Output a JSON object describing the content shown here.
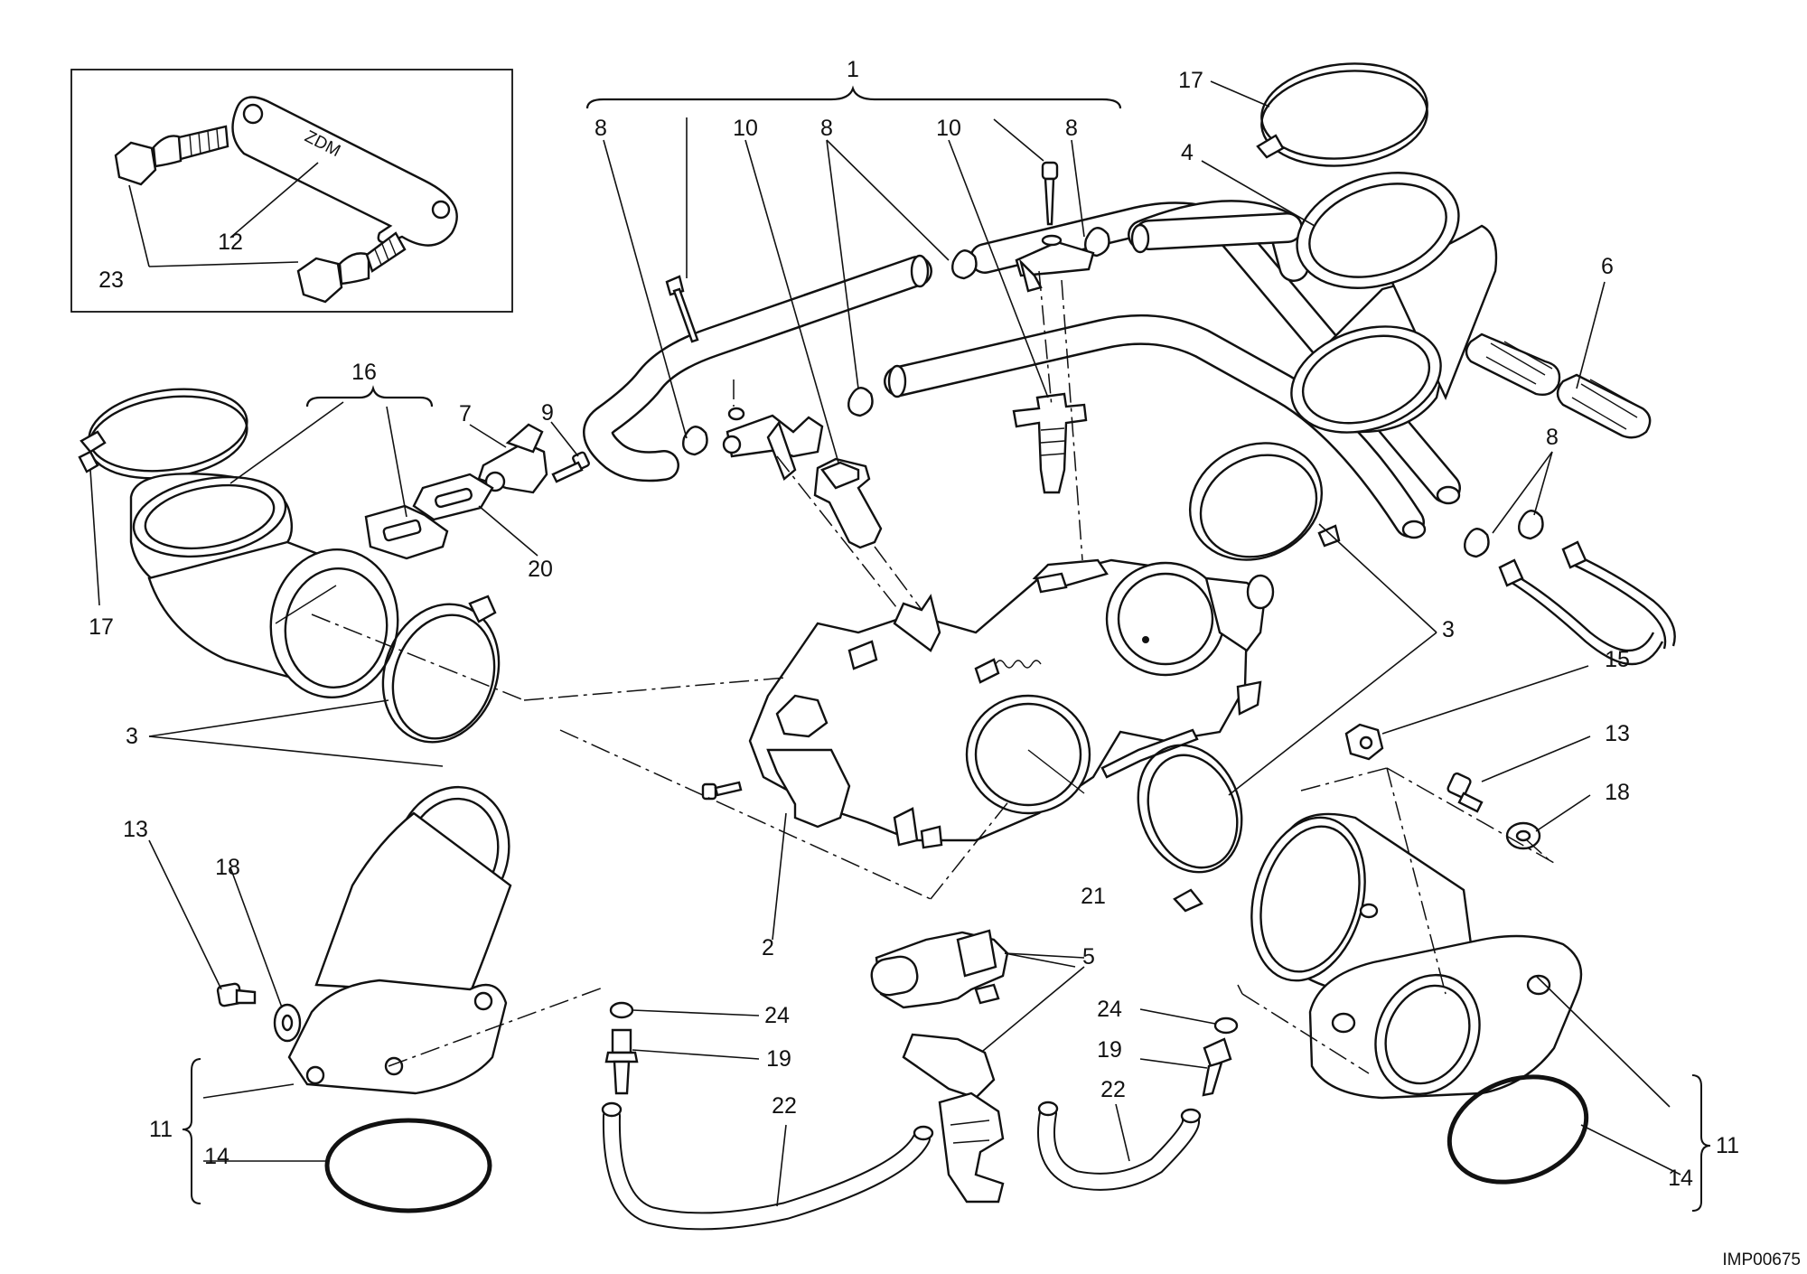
{
  "diagram": {
    "figure_code": "IMP00675",
    "inset_part_marking": "ZDM",
    "callouts": [
      {
        "id": "c1",
        "label": "1"
      },
      {
        "id": "c2",
        "label": "2"
      },
      {
        "id": "c3a",
        "label": "3"
      },
      {
        "id": "c3b",
        "label": "3"
      },
      {
        "id": "c4",
        "label": "4"
      },
      {
        "id": "c5",
        "label": "5"
      },
      {
        "id": "c6",
        "label": "6"
      },
      {
        "id": "c7",
        "label": "7"
      },
      {
        "id": "c8a",
        "label": "8"
      },
      {
        "id": "c8b",
        "label": "8"
      },
      {
        "id": "c8c",
        "label": "8"
      },
      {
        "id": "c8d",
        "label": "8"
      },
      {
        "id": "c9",
        "label": "9"
      },
      {
        "id": "c10a",
        "label": "10"
      },
      {
        "id": "c10b",
        "label": "10"
      },
      {
        "id": "c11a",
        "label": "11"
      },
      {
        "id": "c11b",
        "label": "11"
      },
      {
        "id": "c12",
        "label": "12"
      },
      {
        "id": "c13a",
        "label": "13"
      },
      {
        "id": "c13b",
        "label": "13"
      },
      {
        "id": "c14a",
        "label": "14"
      },
      {
        "id": "c14b",
        "label": "14"
      },
      {
        "id": "c15",
        "label": "15"
      },
      {
        "id": "c16",
        "label": "16"
      },
      {
        "id": "c17a",
        "label": "17"
      },
      {
        "id": "c17b",
        "label": "17"
      },
      {
        "id": "c18a",
        "label": "18"
      },
      {
        "id": "c18b",
        "label": "18"
      },
      {
        "id": "c19a",
        "label": "19"
      },
      {
        "id": "c19b",
        "label": "19"
      },
      {
        "id": "c20",
        "label": "20"
      },
      {
        "id": "c21",
        "label": "21"
      },
      {
        "id": "c22a",
        "label": "22"
      },
      {
        "id": "c22b",
        "label": "22"
      },
      {
        "id": "c23",
        "label": "23"
      },
      {
        "id": "c24a",
        "label": "24"
      },
      {
        "id": "c24b",
        "label": "24"
      }
    ]
  }
}
